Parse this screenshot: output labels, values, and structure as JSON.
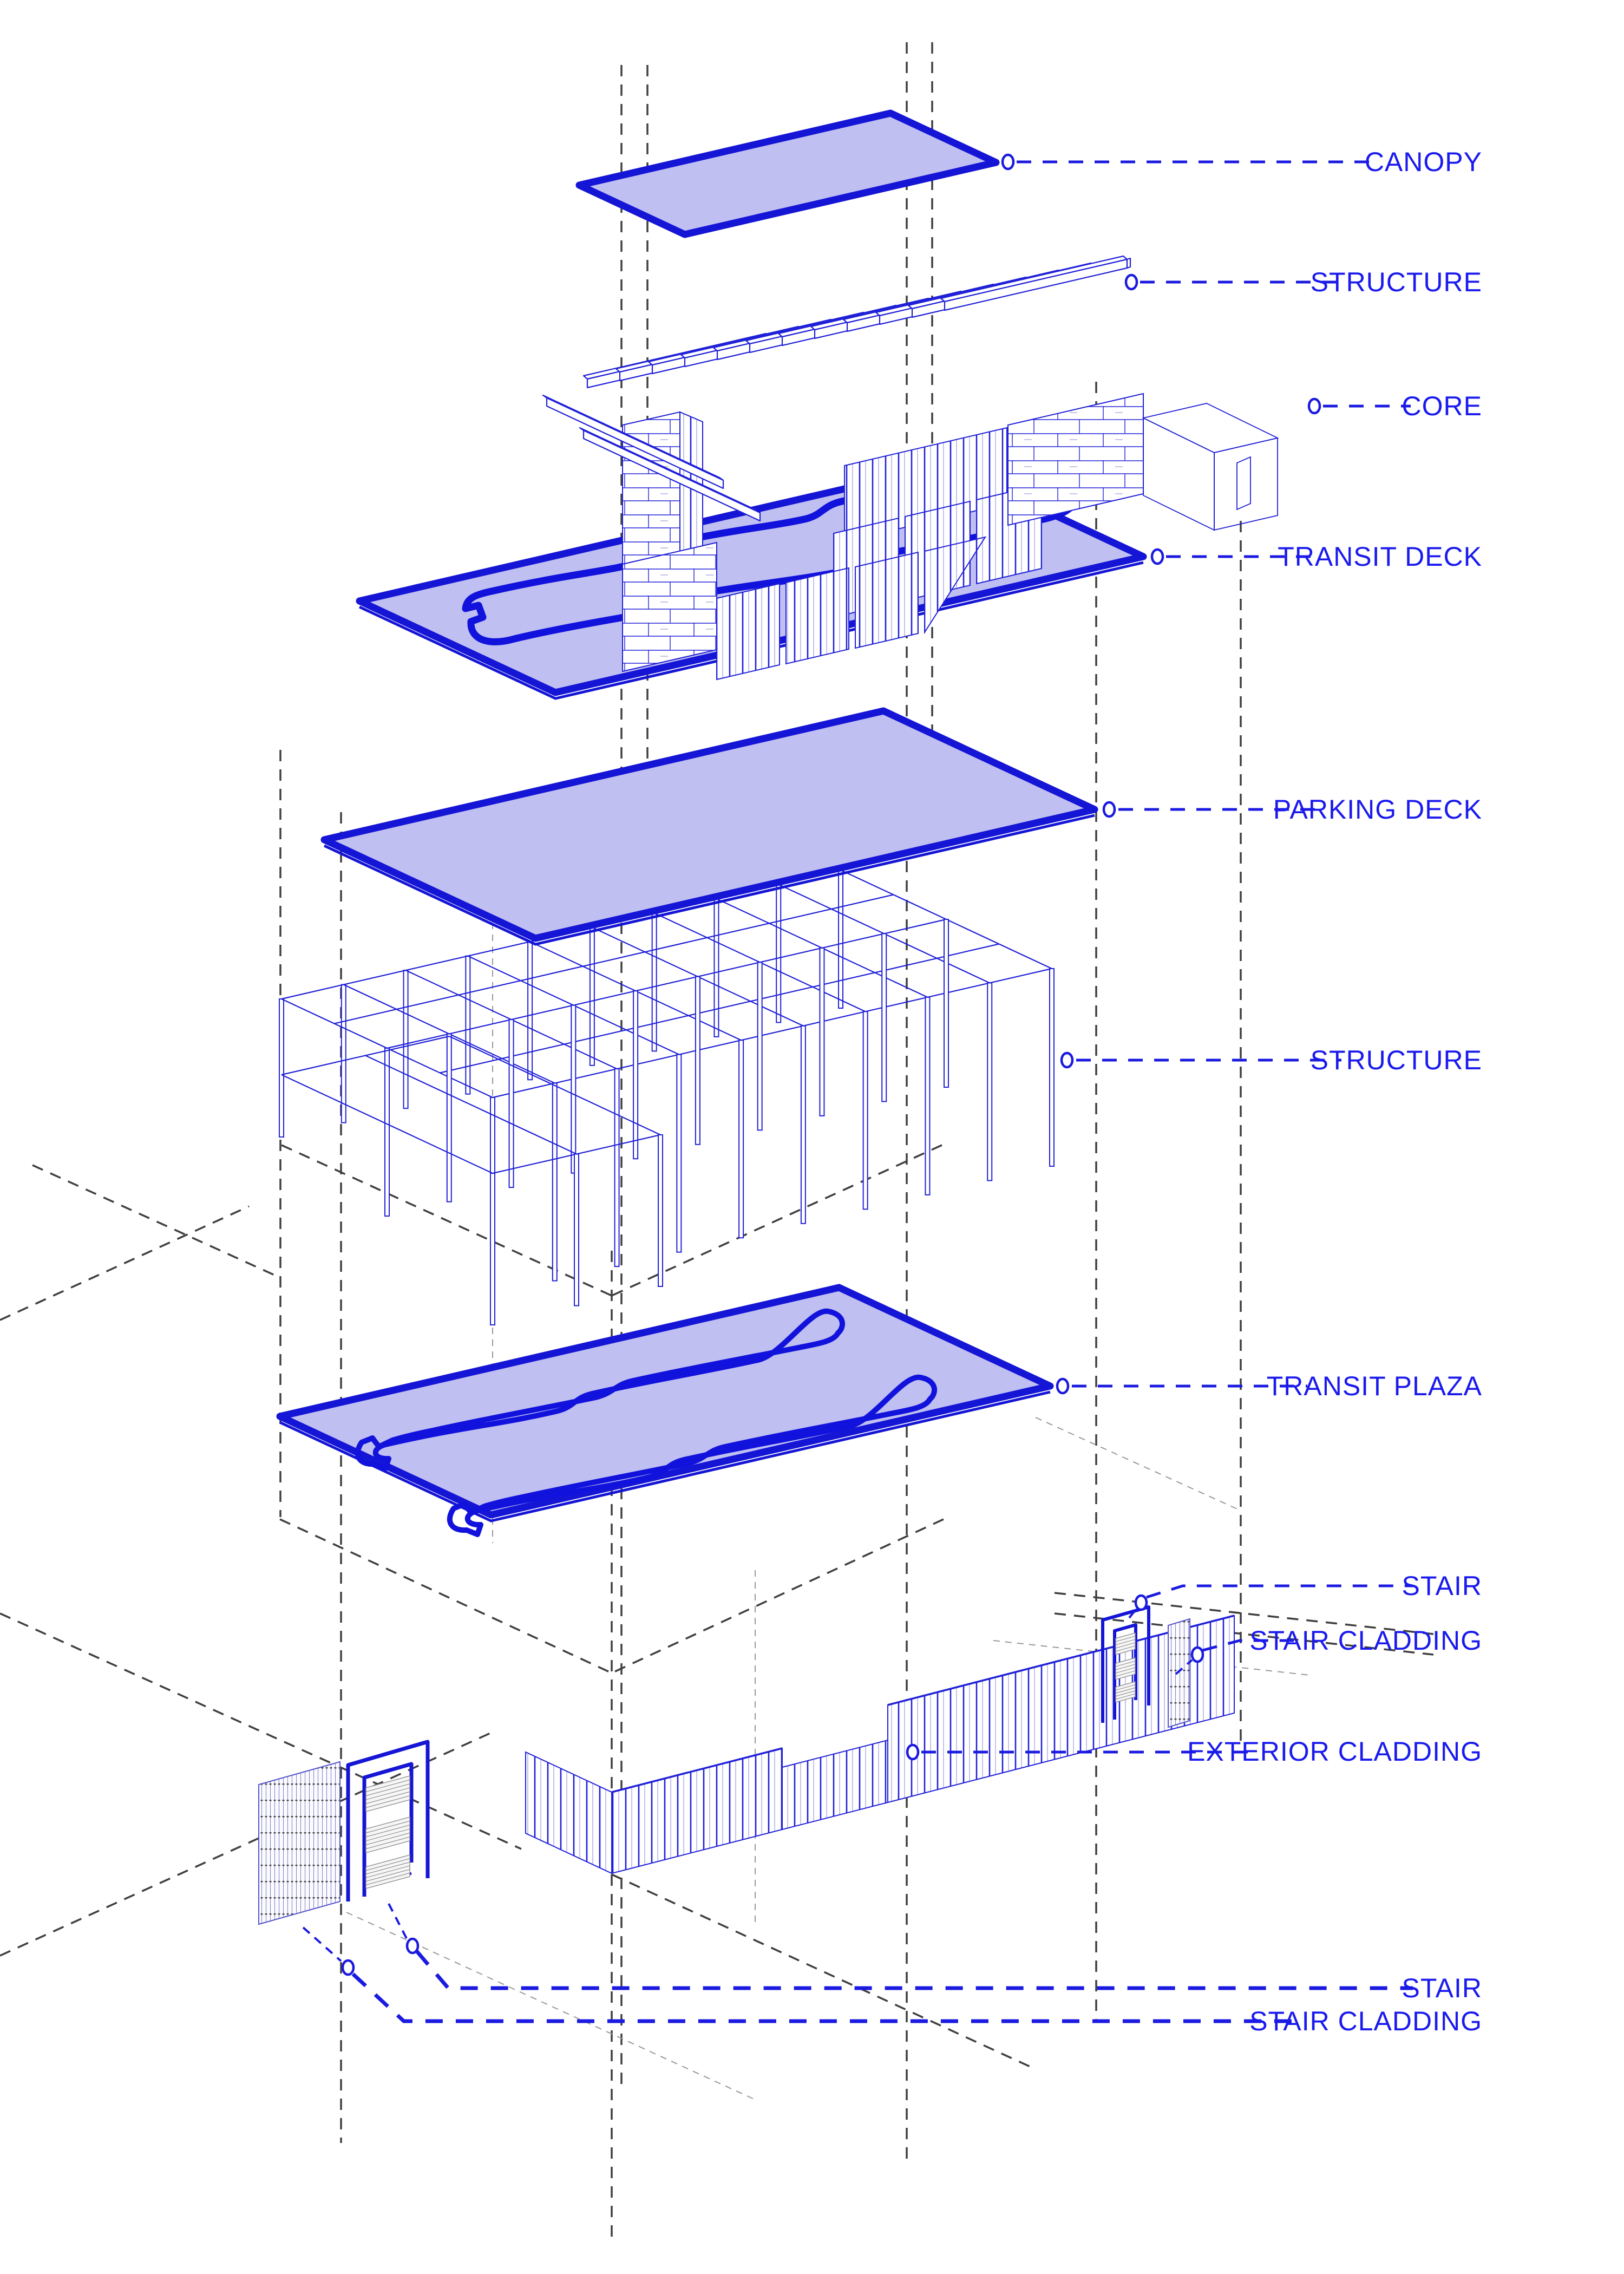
{
  "diagram_type": "exploded-axonometric-architecture-diagram",
  "colors": {
    "accent_blue": "#2020d8",
    "label_text_blue": "#1a1aee",
    "deck_fill_lavender": "#bfbff2",
    "deck_stroke_blue": "#1515d6",
    "construction_line_dark": "#3f3f3f",
    "construction_line_light": "#999999",
    "stair_gray": "#8a8a8a",
    "background": "#ffffff"
  },
  "labels": [
    {
      "text": "CANOPY"
    },
    {
      "text": "STRUCTURE"
    },
    {
      "text": "CORE"
    },
    {
      "text": "TRANSIT DECK"
    },
    {
      "text": "PARKING DECK"
    },
    {
      "text": "STRUCTURE"
    },
    {
      "text": "TRANSIT PLAZA"
    },
    {
      "text": "STAIR"
    },
    {
      "text": "STAIR CLADDING"
    },
    {
      "text": "EXTERIOR CLADDING"
    },
    {
      "text": "STAIR"
    },
    {
      "text": "STAIR CLADDING"
    }
  ]
}
